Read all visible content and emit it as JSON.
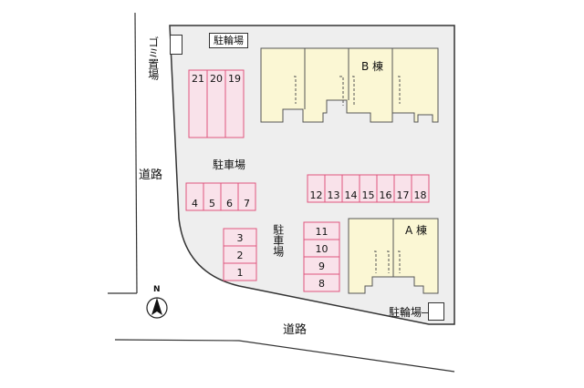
{
  "labels": {
    "road_west": "道路",
    "road_south": "道路",
    "garbage": "ゴミ置場",
    "bike_top": "駐輪場",
    "bike_bottom": "駐輪場",
    "parking_center": "駐車場",
    "parking_vertical": "駐車場",
    "building_b": "B 棟",
    "building_a": "A 棟",
    "north": "N"
  },
  "colors": {
    "lot": "#eeeeee",
    "road": "#ffffff",
    "parking_fill": "#f9e2ea",
    "parking_stroke": "#e0557e",
    "building_fill": "#fbf7d4",
    "building_stroke": "#555555"
  },
  "parking_groups": {
    "top_left": [
      "21",
      "20",
      "19"
    ],
    "row_top_right": [
      "12",
      "13",
      "14",
      "15",
      "16",
      "17",
      "18"
    ],
    "row_mid_left": [
      "4",
      "5",
      "6",
      "7"
    ],
    "stack_small": [
      "3",
      "2",
      "1"
    ],
    "stack_right": [
      "11",
      "10",
      "9",
      "8"
    ]
  }
}
